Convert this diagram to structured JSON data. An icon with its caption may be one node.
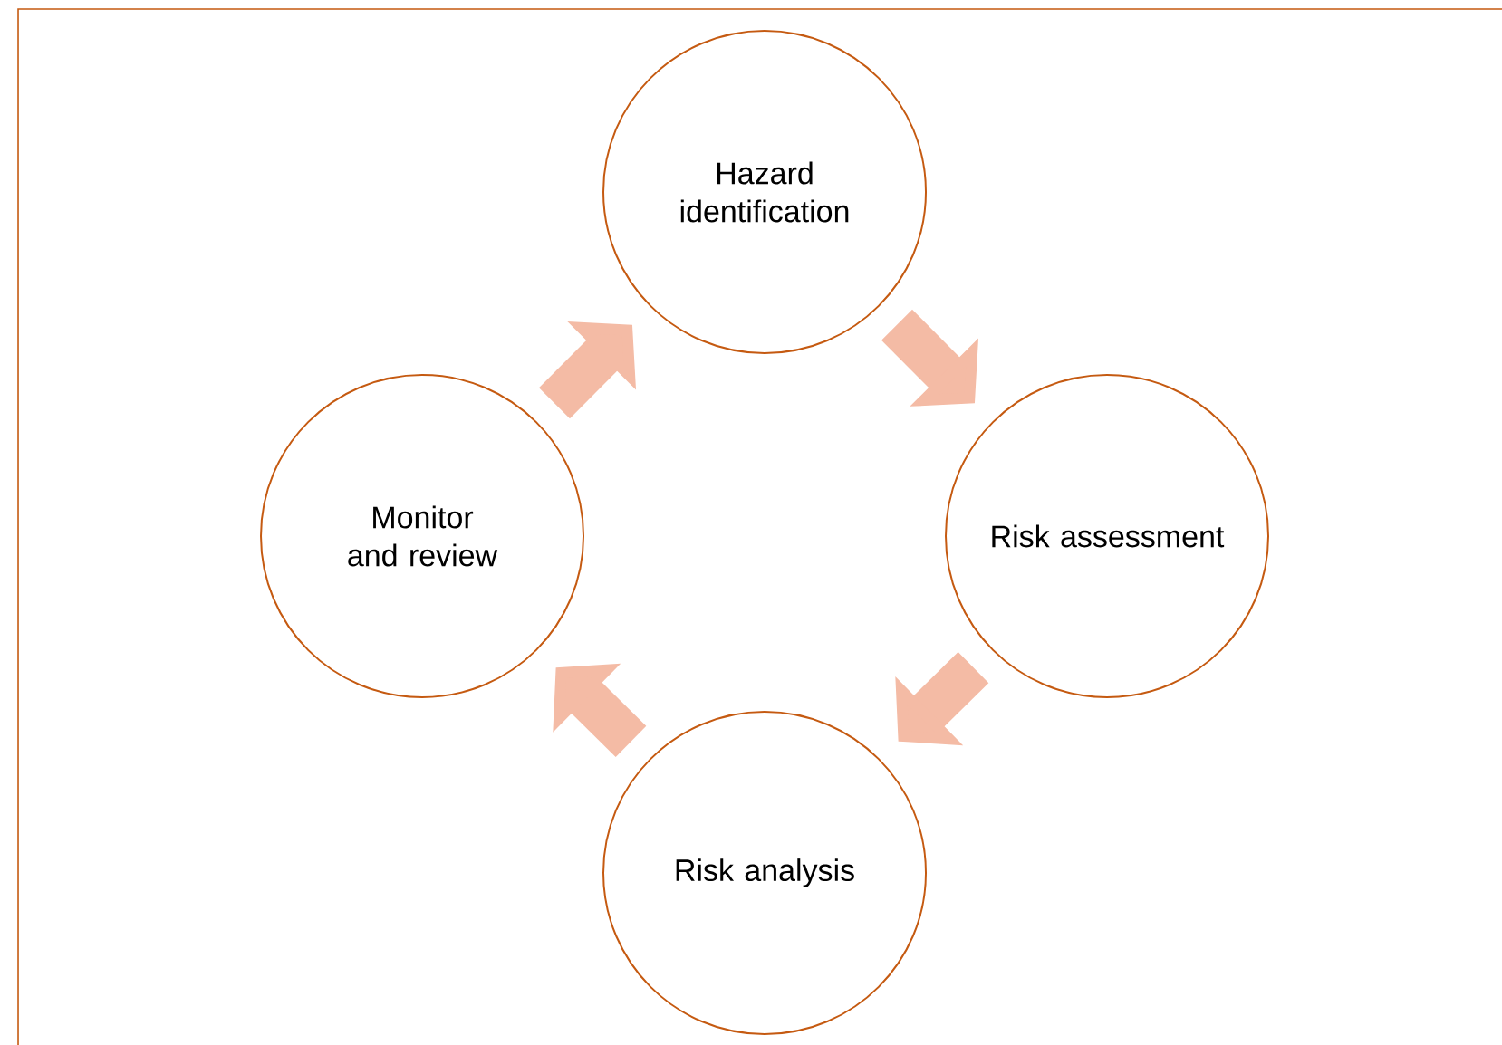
{
  "diagram": {
    "nodes": [
      {
        "text": [
          "Hazard identification"
        ]
      },
      {
        "text": [
          "Risk assessment"
        ]
      },
      {
        "text": [
          "Risk analysis"
        ]
      },
      {
        "text": [
          "Monitor and review"
        ]
      }
    ],
    "edges": [
      {
        "from": 0,
        "to": 1,
        "arrow": "to"
      },
      {
        "from": 1,
        "to": 2,
        "arrow": "to"
      },
      {
        "from": 2,
        "to": 3,
        "arrow": "to"
      },
      {
        "from": 3,
        "to": 0,
        "arrow": "to"
      }
    ]
  }
}
